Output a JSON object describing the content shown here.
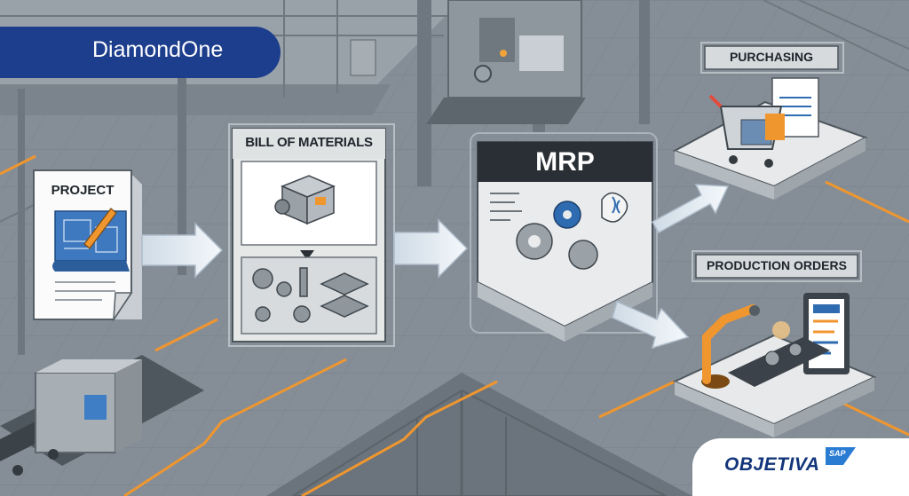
{
  "brand": {
    "name": "DiamondOne",
    "color": "#1c3e8c"
  },
  "partner": {
    "name": "OBJETIVA",
    "badge": "SAP"
  },
  "flow": {
    "project": "PROJECT",
    "bom": "BILL OF MATERIALS",
    "mrp": "MRP",
    "purchasing": "PURCHASING",
    "production": "PRODUCTION ORDERS"
  },
  "colors": {
    "accent": "#f0962f",
    "panel": "#ececea",
    "header": "#2a2f36",
    "arrow": "#e4eef6",
    "gear": "#2f6bb0"
  }
}
